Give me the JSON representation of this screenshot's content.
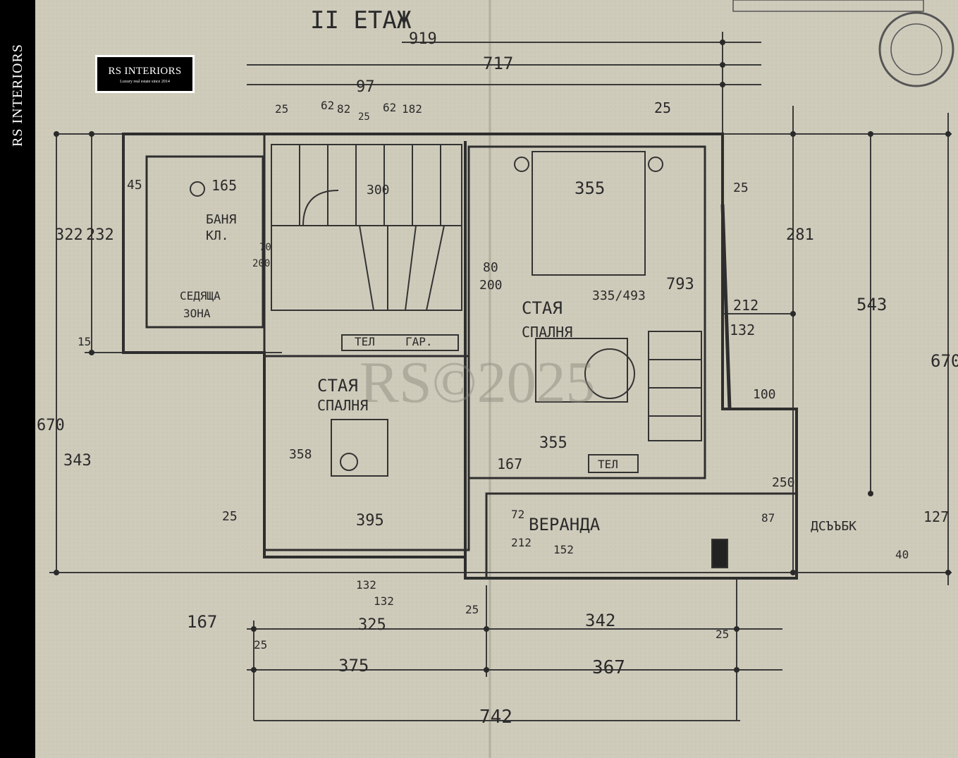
{
  "brand": {
    "side_text": "RS INTERIORS",
    "logo_name": "RS INTERIORS",
    "logo_tagline": "Luxury real estate since 2014"
  },
  "plan": {
    "title": "II ЕТАЖ",
    "watermark": "RS©2025",
    "rooms": {
      "bath": "БАНЯ",
      "bath_sub": "КЛ.",
      "sitting": "СЕДЯЩА",
      "sitting_sub": "ЗОНА",
      "bedroom1": "СТАЯ",
      "bedroom1_sub": "СПАЛНЯ",
      "bedroom2": "СТАЯ",
      "bedroom2_sub": "СПАЛНЯ",
      "veranda": "ВЕРАНДА",
      "tel1": "ТЕЛ",
      "gar": "ГАР.",
      "tel2": "ТЕЛ",
      "balcony": "ДСЪЪБК"
    },
    "dims": {
      "d919": "919",
      "d717": "717",
      "d97": "97",
      "d25a": "25",
      "d62a": "62",
      "d82": "82",
      "d25b": "25",
      "d62b": "62",
      "d182": "182",
      "d25c": "25",
      "d165": "165",
      "d45": "45",
      "d300": "300",
      "d355top": "355",
      "d25r": "25",
      "d281": "281",
      "d322": "322",
      "d232": "232",
      "d70": "70",
      "d200a": "200",
      "d80": "80",
      "d200b": "200",
      "d335": "335/493",
      "d793": "793",
      "d212": "212",
      "d132r": "132",
      "d543": "543",
      "d670r": "670",
      "d15": "15",
      "d100": "100",
      "d670l": "670",
      "d343": "343",
      "d358": "358",
      "d355mid": "355",
      "d167a": "167",
      "d250": "250",
      "d127": "127",
      "d25d": "25",
      "d395": "395",
      "d72": "72",
      "d212b": "212",
      "d152": "152",
      "d87": "87",
      "d40": "40",
      "d132a": "132",
      "d132b": "132",
      "d167b": "167",
      "d325": "325",
      "d342": "342",
      "d25e": "25",
      "d375": "375",
      "d367": "367",
      "d742": "742",
      "d25f": "25",
      "d25g": "25"
    }
  },
  "colors": {
    "paper": "#cfcbbb",
    "ink": "#2a2a2a",
    "sidebar": "#000000"
  }
}
